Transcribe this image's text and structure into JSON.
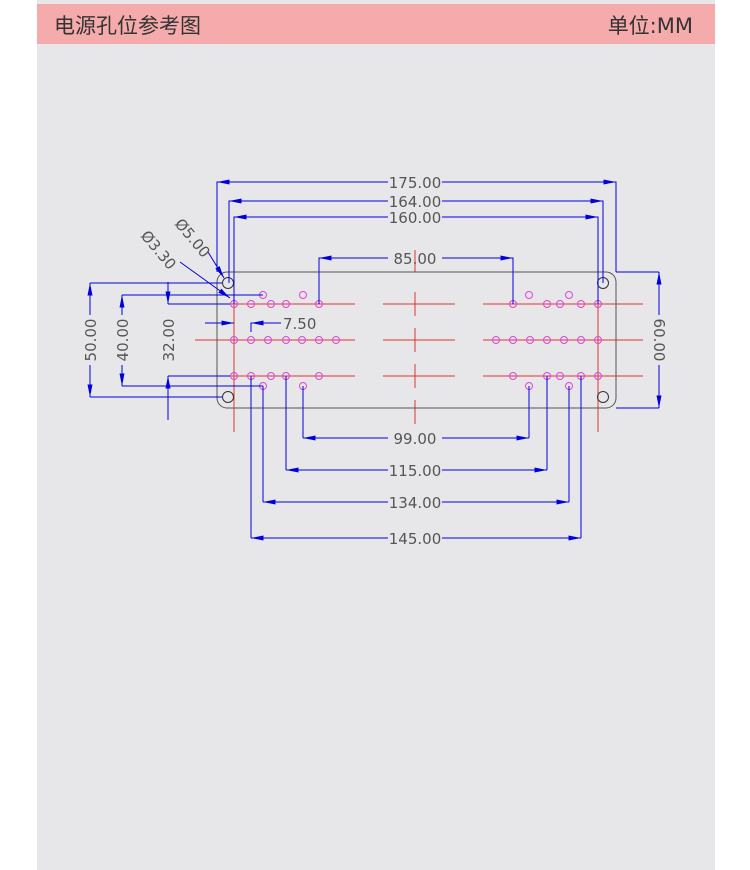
{
  "header": {
    "title": "电源孔位参考图",
    "unit": "单位:MM"
  },
  "colors": {
    "header": "#f5abab",
    "dimension": "#0000dd",
    "hole": "#dd44dd",
    "centerline": "#dd3333",
    "outline": "#555555"
  },
  "dimensions": {
    "d175": "175.00",
    "d164": "164.00",
    "d160": "160.00",
    "d85": "85.00",
    "d99": "99.00",
    "d115": "115.00",
    "d134": "134.00",
    "d145": "145.00",
    "d50": "50.00",
    "d40": "40.00",
    "d32": "32.00",
    "d60": "60.00",
    "d750": "7.50",
    "dia5": "Ø5.00",
    "dia33": "Ø3.30"
  }
}
